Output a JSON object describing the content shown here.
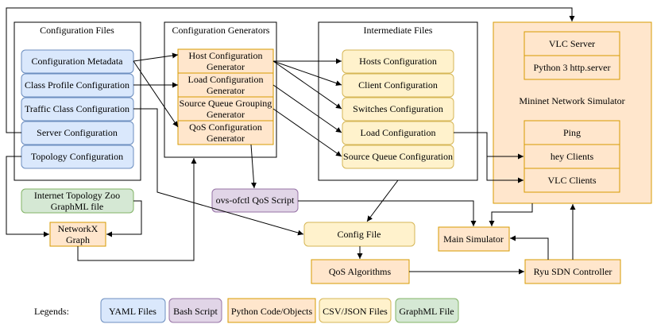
{
  "groups": {
    "config_files": "Configuration Files",
    "config_generators": "Configuration Generators",
    "intermediate_files": "Intermediate Files",
    "mininet": "Mininet Network Simulator"
  },
  "yaml_files": {
    "metadata": "Configuration Metadata",
    "class_profile": "Class Profile Configuration",
    "traffic_class": "Traffic Class Configuration",
    "server": "Server Configuration",
    "topology": "Topology Configuration"
  },
  "generators": {
    "host": [
      "Host Configuration",
      "Generator"
    ],
    "load": [
      "Load Configuration",
      "Generator"
    ],
    "source_queue": [
      "Source Queue Grouping",
      "Generator"
    ],
    "qos": [
      "QoS Configuration",
      "Generator"
    ]
  },
  "intermediate": {
    "hosts": "Hosts Configuration",
    "client": "Client Configuration",
    "switches": "Switches Configuration",
    "load": "Load Configuration",
    "source_queue": "Source Queue Configuration"
  },
  "mininet_items": {
    "vlc_server": "VLC Server",
    "http_server": "Python 3 http.server",
    "ping": "Ping",
    "hey_clients": "hey Clients",
    "vlc_clients": "VLC Clients"
  },
  "other": {
    "topology_zoo": [
      "Internet Topology Zoo",
      "GraphML file"
    ],
    "networkx": [
      "NetworkX",
      "Graph"
    ],
    "ovs_script": "ovs-ofctl QoS Script",
    "config_file": "Config File",
    "qos_algorithms": "QoS Algorithms",
    "main_simulator": "Main Simulator",
    "ryu": "Ryu SDN Controller"
  },
  "legend": {
    "title": "Legends:",
    "yaml": "YAML Files",
    "bash": "Bash Script",
    "python": "Python Code/Objects",
    "csv": "CSV/JSON Files",
    "graphml": "GraphML File"
  },
  "colors": {
    "yaml_fill": "#dae8fc",
    "yaml_stroke": "#6c8ebf",
    "python_fill": "#ffe6cc",
    "python_stroke": "#d79b00",
    "csv_fill": "#fff2cc",
    "csv_stroke": "#d6b656",
    "bash_fill": "#e1d5e7",
    "bash_stroke": "#9673a6",
    "graphml_fill": "#d5e8d4",
    "graphml_stroke": "#82b366"
  }
}
